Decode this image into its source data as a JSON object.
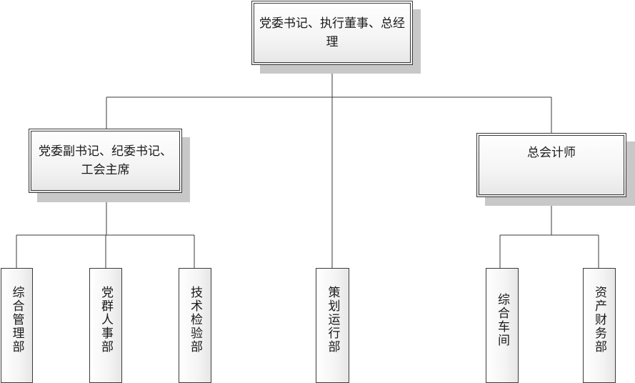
{
  "org_chart": {
    "top": {
      "label": "党委书记、执行董事、总经理"
    },
    "left_manager": {
      "label": "党委副书记、纪委书记、工会主席"
    },
    "right_manager": {
      "label": "总会计师"
    },
    "departments": {
      "general_management": "综合管理部",
      "party_hr": "党群人事部",
      "tech_inspection": "技术检验部",
      "planning_operations": "策划运行部",
      "general_workshop": "综合车间",
      "asset_finance": "资产财务部"
    }
  }
}
